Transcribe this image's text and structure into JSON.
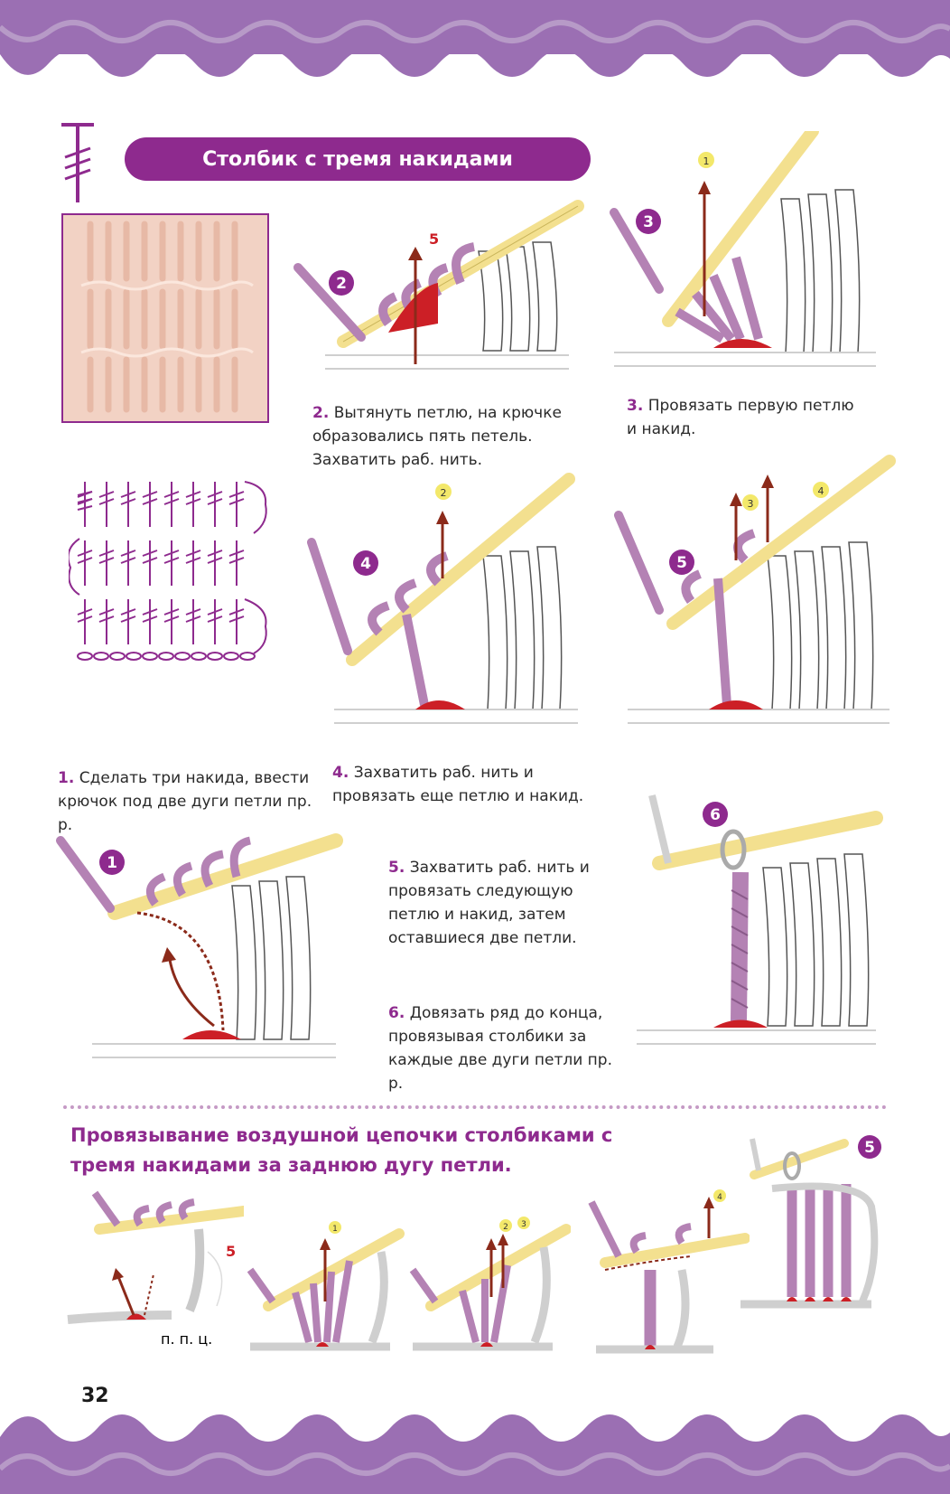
{
  "page": {
    "title": "Столбик с тремя накидами",
    "page_number": "32",
    "accent_color": "#8e2a8e",
    "border_color": "#9b6fb3"
  },
  "steps": [
    {
      "num": "1.",
      "text": "Сделать три накида, ввести крючок под две дуги петли пр. р."
    },
    {
      "num": "2.",
      "text": "Вытянуть петлю, на крючке образовались пять петель. Захватить раб. нить."
    },
    {
      "num": "3.",
      "text": "Провязать первую петлю и накид."
    },
    {
      "num": "4.",
      "text": "Захватить раб. нить и провязать еще петлю и накид."
    },
    {
      "num": "5.",
      "text": "Захватить раб. нить и провязать следующую петлю и накид, затем оставшиеся две петли."
    },
    {
      "num": "6.",
      "text": "Довязать ряд до конца, провязывая столбики за каждые две дуги петли пр. р."
    }
  ],
  "badges": [
    "1",
    "2",
    "3",
    "4",
    "5",
    "6"
  ],
  "markers": {
    "m1": "1",
    "m2": "2",
    "m3": "3",
    "m4": "4",
    "five": "5"
  },
  "section2": {
    "title": "Провязывание воздушной цепочки столбиками с тремя накидами за заднюю дугу петли.",
    "ppc_label": "п. п. ц.",
    "five_label": "5",
    "badge": "5",
    "markers": [
      "1",
      "2",
      "3",
      "4"
    ]
  }
}
